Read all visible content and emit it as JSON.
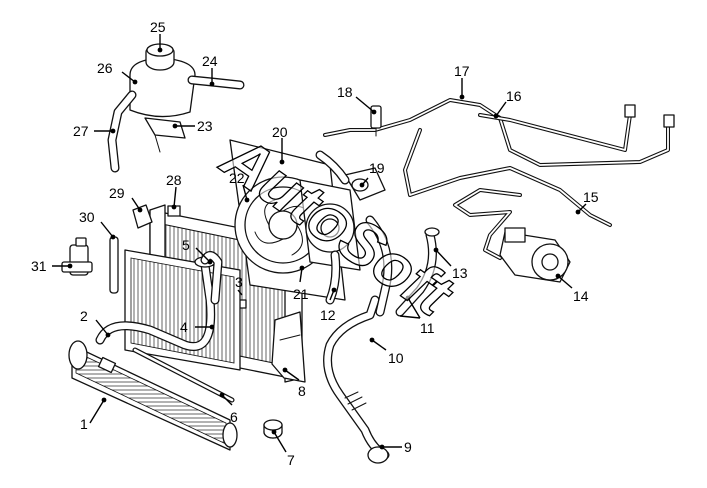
{
  "watermark": "AutoSoft",
  "callouts": [
    {
      "number": "1"
    },
    {
      "number": "2"
    },
    {
      "number": "3"
    },
    {
      "number": "4"
    },
    {
      "number": "5"
    },
    {
      "number": "6"
    },
    {
      "number": "7"
    },
    {
      "number": "8"
    },
    {
      "number": "9"
    },
    {
      "number": "10"
    },
    {
      "number": "11"
    },
    {
      "number": "12"
    },
    {
      "number": "13"
    },
    {
      "number": "14"
    },
    {
      "number": "15"
    },
    {
      "number": "16"
    },
    {
      "number": "17"
    },
    {
      "number": "18"
    },
    {
      "number": "19"
    },
    {
      "number": "20"
    },
    {
      "number": "21"
    },
    {
      "number": "22"
    },
    {
      "number": "23"
    },
    {
      "number": "24"
    },
    {
      "number": "25"
    },
    {
      "number": "26"
    },
    {
      "number": "27"
    },
    {
      "number": "28"
    },
    {
      "number": "29"
    },
    {
      "number": "30"
    },
    {
      "number": "31"
    }
  ]
}
